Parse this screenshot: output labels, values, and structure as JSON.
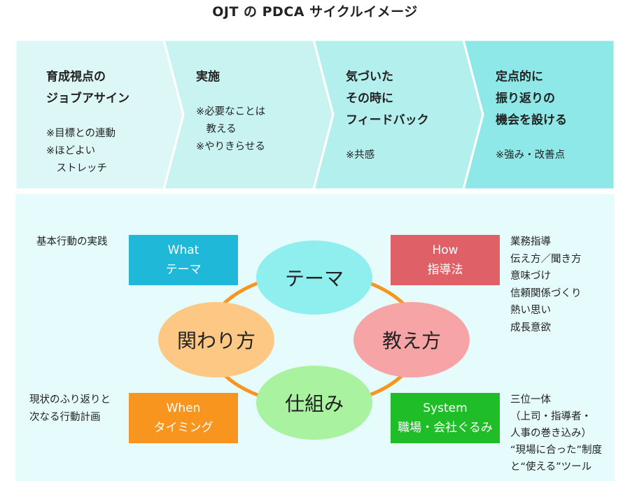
{
  "title": "OJT の PDCA サイクルイメージ",
  "flow": [
    {
      "head": "育成視点の\nジョブアサイン",
      "notes": "※目標との連動\n※ほどよい\n　ストレッチ",
      "color": "#dcf7f6"
    },
    {
      "head": "実施",
      "notes": "※必要なことは\n　教える\n※やりきらせる",
      "color": "#c9f3f1"
    },
    {
      "head": "気づいた\nその時に\nフィードバック",
      "notes": "※共感",
      "color": "#b3efed"
    },
    {
      "head": "定点的に\n振り返りの\n機会を設ける",
      "notes": "※強み・改善点",
      "color": "#8fe8e8"
    }
  ],
  "tags": {
    "what": {
      "line1": "What",
      "line2": "テーマ",
      "color": "#20b8d8"
    },
    "how": {
      "line1": "How",
      "line2": "指導法",
      "color": "#e06068"
    },
    "when": {
      "line1": "When",
      "line2": "タイミング",
      "color": "#f7951e"
    },
    "system": {
      "line1": "System",
      "line2": "職場・会社ぐるみ",
      "color": "#1fbe28"
    }
  },
  "sides": {
    "what": "基本行動の実践",
    "how": "業務指導\n伝え方／聞き方\n意味づけ\n信頼関係づくり\n熱い思い\n成長意欲",
    "when": "現状のふり返りと\n次なる行動計画",
    "system": "三位一体\n（上司・指導者・\n人事の巻き込み）\n“現場に合った”制度\nと“使える”ツール"
  },
  "ellipses": {
    "theme": {
      "label": "テーマ",
      "color": "#8fefef"
    },
    "teach": {
      "label": "教え方",
      "color": "#f7a4a6"
    },
    "relate": {
      "label": "関わり方",
      "color": "#fdc884"
    },
    "system": {
      "label": "仕組み",
      "color": "#a8f2a0"
    }
  },
  "colors": {
    "ring": "#f7951e",
    "panel": "#e6fbfb"
  }
}
